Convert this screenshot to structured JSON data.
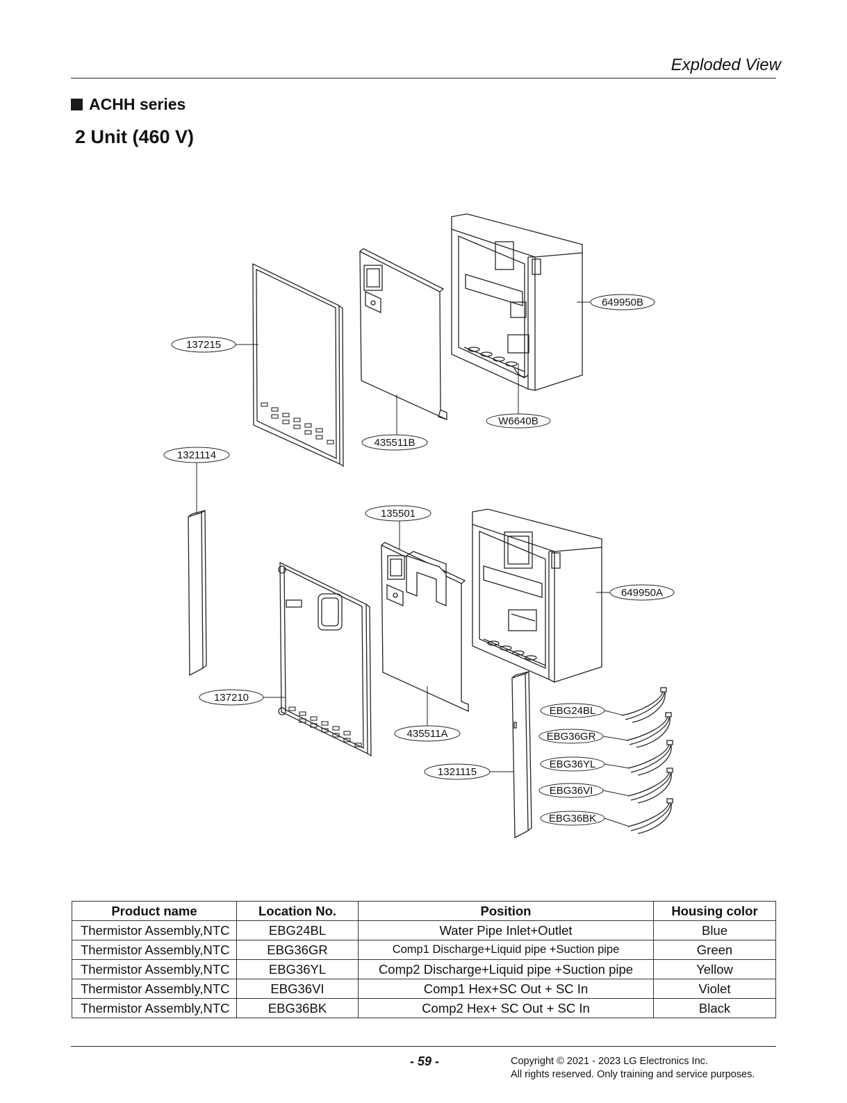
{
  "header": {
    "title": "Exploded View"
  },
  "section": {
    "title": "ACHH series",
    "unit_title": "2 Unit (460 V)"
  },
  "callouts": {
    "c137215": "137215",
    "c435511B": "435511B",
    "cW6640B": "W6640B",
    "c649950B": "649950B",
    "c1321114": "1321114",
    "c135501": "135501",
    "c649950A": "649950A",
    "c137210": "137210",
    "c435511A": "435511A",
    "c1321115": "1321115",
    "cEBG24BL": "EBG24BL",
    "cEBG36GR": "EBG36GR",
    "cEBG36YL": "EBG36YL",
    "cEBG36VI": "EBG36VI",
    "cEBG36BK": "EBG36BK"
  },
  "table": {
    "headers": [
      "Product name",
      "Location No.",
      "Position",
      "Housing color"
    ],
    "rows": [
      [
        "Thermistor Assembly,NTC",
        "EBG24BL",
        "Water Pipe Inlet+Outlet",
        "Blue"
      ],
      [
        "Thermistor Assembly,NTC",
        "EBG36GR",
        "Comp1 Discharge+Liquid pipe +Suction pipe",
        "Green"
      ],
      [
        "Thermistor Assembly,NTC",
        "EBG36YL",
        "Comp2 Discharge+Liquid pipe +Suction pipe",
        "Yellow"
      ],
      [
        "Thermistor Assembly,NTC",
        "EBG36VI",
        "Comp1 Hex+SC Out + SC In",
        "Violet"
      ],
      [
        "Thermistor Assembly,NTC",
        "EBG36BK",
        "Comp2 Hex+ SC Out + SC In",
        "Black"
      ]
    ]
  },
  "footer": {
    "page": "- 59 -",
    "copyright_line1": "Copyright © 2021 - 2023 LG Electronics Inc.",
    "copyright_line2": "All rights reserved. Only training and service purposes."
  }
}
